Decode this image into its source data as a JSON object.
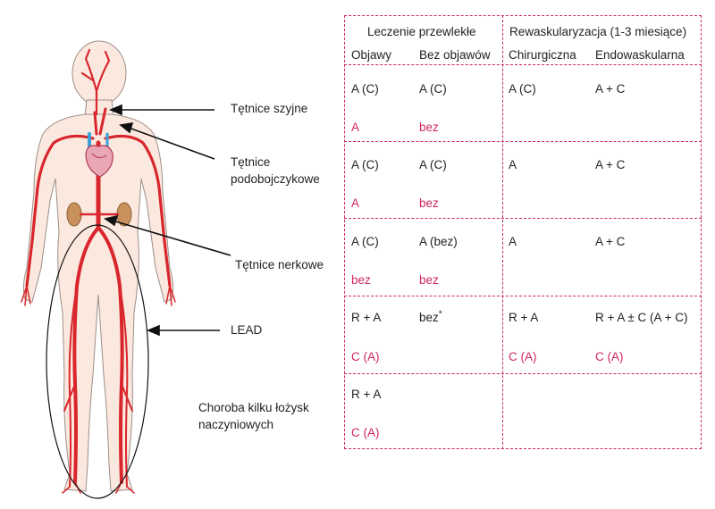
{
  "labels": {
    "carotid": "Tętnice szyjne",
    "subclavian_line1": "Tętnice",
    "subclavian_line2": "podobojczykowe",
    "renal": "Tętnice nerkowe",
    "lead": "LEAD",
    "multi_line1": "Choroba kilku łożysk",
    "multi_line2": "naczyniowych"
  },
  "table": {
    "group_chronic": "Leczenie przewlekłe",
    "group_revasc": "Rewaskularyzacja (1-3 miesiące)",
    "col_symptoms": "Objawy",
    "col_no_symptoms": "Bez objawów",
    "col_surgical": "Chirurgiczna",
    "col_endo": "Endowaskularna",
    "rows": [
      {
        "top": [
          "A (C)",
          "A (C)",
          "A (C)",
          "A + C"
        ],
        "bottom": [
          "A",
          "bez",
          "",
          ""
        ]
      },
      {
        "top": [
          "A (C)",
          "A (C)",
          "A",
          "A + C"
        ],
        "bottom": [
          "A",
          "bez",
          "",
          ""
        ]
      },
      {
        "top": [
          "A (C)",
          "A (bez)",
          "A",
          "A + C"
        ],
        "bottom": [
          "bez",
          "bez",
          "",
          ""
        ]
      },
      {
        "top": [
          "R + A",
          "bez",
          "R + A",
          "R + A ± C (A + C)"
        ],
        "bottom": [
          "C (A)",
          "",
          "C (A)",
          "C (A)"
        ],
        "star": "*"
      },
      {
        "top": [
          "R + A",
          "",
          "",
          ""
        ],
        "bottom": [
          "C (A)",
          "",
          "",
          ""
        ]
      }
    ]
  },
  "colors": {
    "accent": "#d0255f",
    "artery": "#d8262c",
    "skin": "#fbe9df",
    "vein": "#3aa0d8"
  }
}
